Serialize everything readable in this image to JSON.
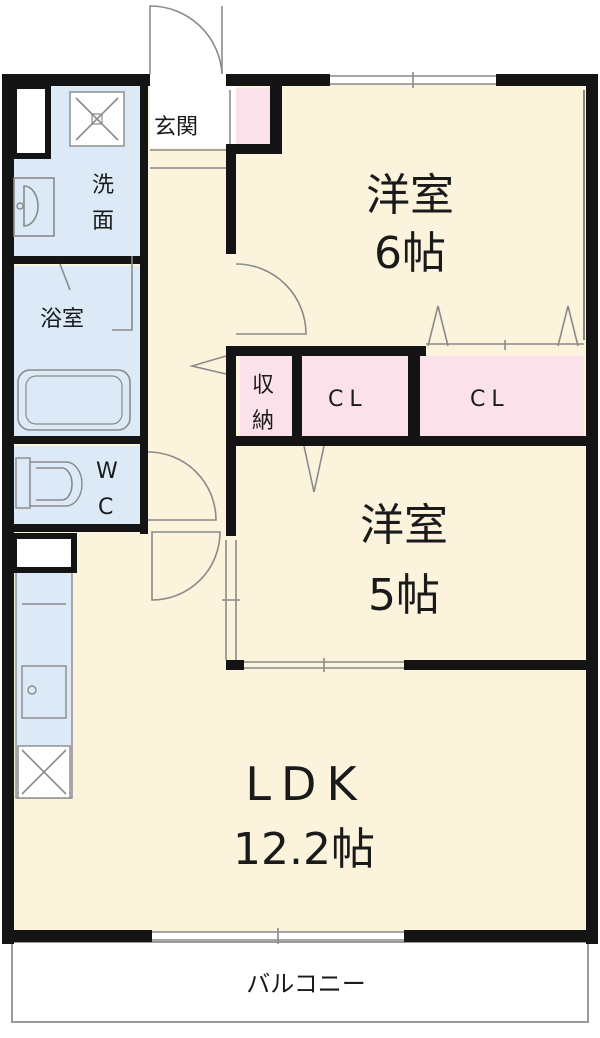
{
  "rooms": {
    "entrance": "玄関",
    "washroom_1": "洗",
    "washroom_2": "面",
    "bathroom": "浴室",
    "toilet_1": "W",
    "toilet_2": "C",
    "storage_1": "収",
    "storage_2": "納",
    "closet_1": "CL",
    "closet_2": "CL",
    "bedroom_6_name": "洋室",
    "bedroom_6_size": "6帖",
    "bedroom_5_name": "洋室",
    "bedroom_5_size": "5帖",
    "ldk_name": "LDK",
    "ldk_size": "12.2帖",
    "balcony": "バルコニー"
  },
  "colors": {
    "wet_area": "#dbeaf6",
    "living": "#fcf3dc",
    "closet": "#fbe1ea",
    "wall": "#141414",
    "balcony": "#ffffff"
  }
}
